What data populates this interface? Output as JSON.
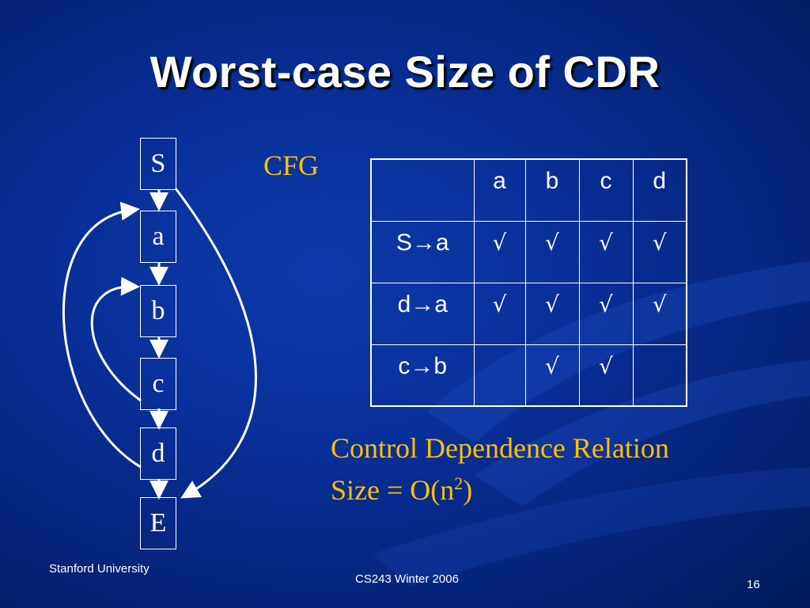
{
  "slide": {
    "title": "Worst-case Size of CDR",
    "cfg_label": "CFG",
    "caption_line1": "Control Dependence Relation",
    "caption_line2_prefix": "Size = O(n",
    "caption_line2_sup": "2",
    "caption_line2_suffix": ")"
  },
  "cfg": {
    "nodes": [
      "S",
      "a",
      "b",
      "c",
      "d",
      "E"
    ]
  },
  "table": {
    "header": [
      "",
      "a",
      "b",
      "c",
      "d"
    ],
    "rows": [
      {
        "label": "S→a",
        "cells": [
          "√",
          "√",
          "√",
          "√"
        ]
      },
      {
        "label": "d→a",
        "cells": [
          "√",
          "√",
          "√",
          "√"
        ]
      },
      {
        "label": "c→b",
        "cells": [
          "",
          "√",
          "√",
          ""
        ]
      }
    ]
  },
  "footer": {
    "left": "Stanford University",
    "center": "CS243 Winter 2006",
    "page_number": "16"
  },
  "colors": {
    "background": "#08309a",
    "title_text": "#ffffff",
    "accent_text": "#ffc000",
    "lines": "#ffffff"
  }
}
